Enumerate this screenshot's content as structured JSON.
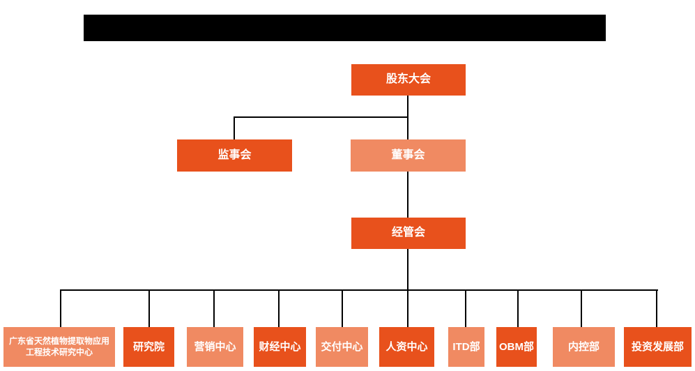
{
  "colors": {
    "background": "#ffffff",
    "node_dark": "#e8511c",
    "node_light": "#f08a62",
    "node_text": "#ffffff",
    "connector_line": "#000000",
    "redacted_bar": "#000000"
  },
  "org_chart": {
    "title_bar": {
      "redacted": true,
      "text": ""
    },
    "top": {
      "label": "股东大会",
      "variant": "dark"
    },
    "level2": [
      {
        "label": "监事会",
        "variant": "dark"
      },
      {
        "label": "董事会",
        "variant": "light"
      }
    ],
    "level3": {
      "label": "经管会",
      "variant": "dark"
    },
    "departments": [
      {
        "label": "广东省天然植物提取物应用工程技术研究中心",
        "variant": "light"
      },
      {
        "label": "研究院",
        "variant": "dark"
      },
      {
        "label": "营销中心",
        "variant": "light"
      },
      {
        "label": "财经中心",
        "variant": "dark"
      },
      {
        "label": "交付中心",
        "variant": "light"
      },
      {
        "label": "人资中心",
        "variant": "dark"
      },
      {
        "label": "ITD部",
        "variant": "light"
      },
      {
        "label": "OBM部",
        "variant": "dark"
      },
      {
        "label": "内控部",
        "variant": "light"
      },
      {
        "label": "投资发展部",
        "variant": "dark"
      }
    ]
  }
}
